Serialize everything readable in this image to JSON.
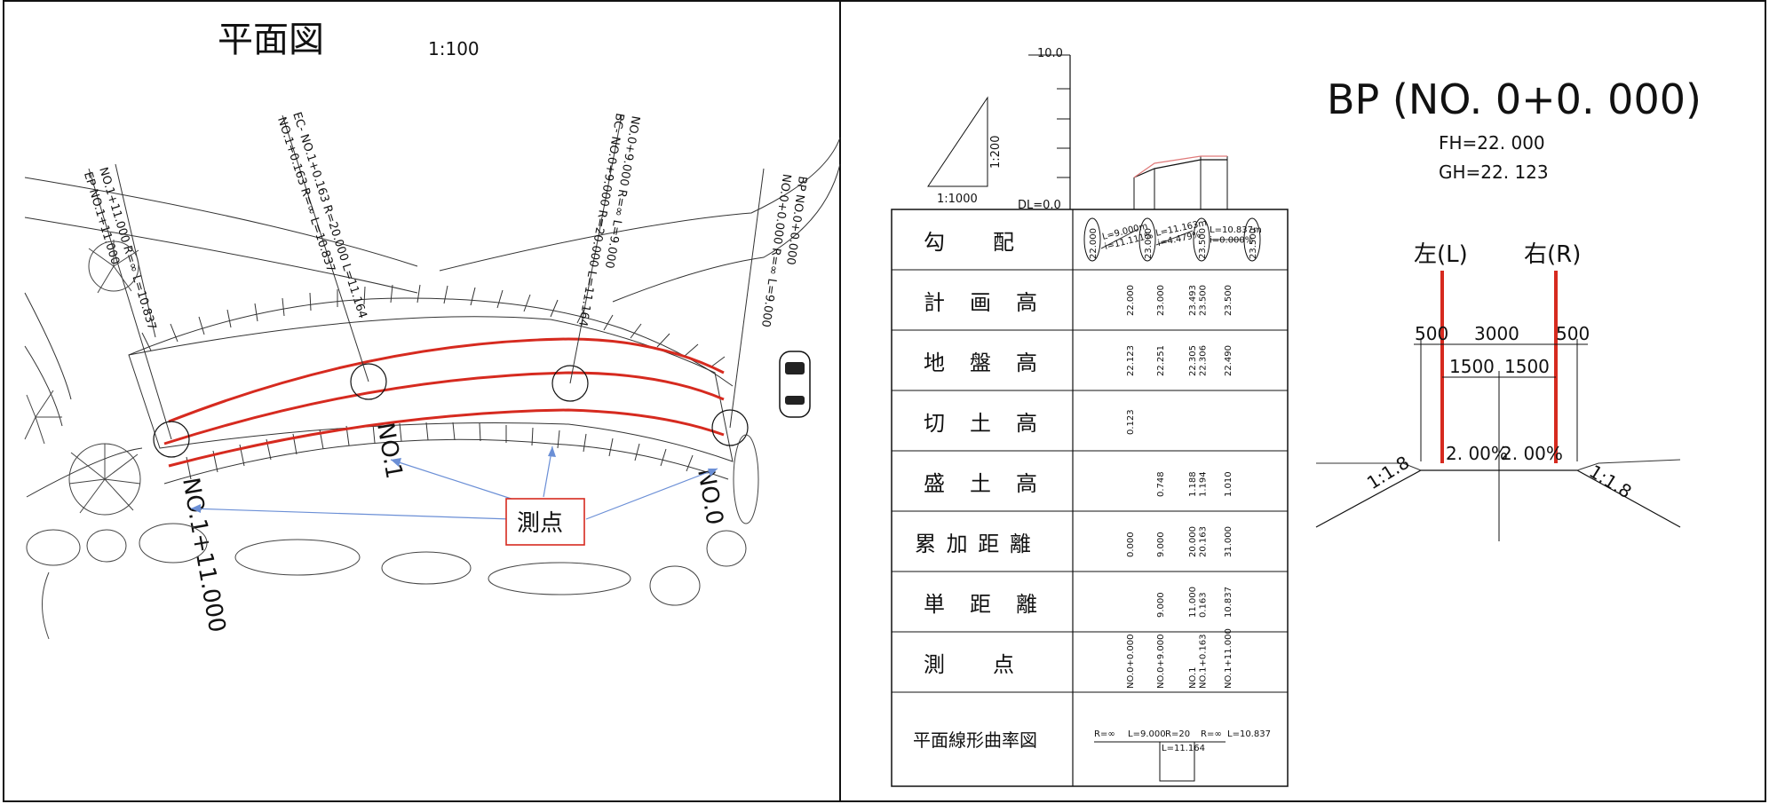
{
  "plan": {
    "title": "平面図",
    "scale": "1:100",
    "callout": "測点",
    "station_labels": [
      "NO.1+11.000",
      "NO.1",
      "NO.0"
    ],
    "leaders": [
      {
        "line1": "NO.1+11.000 R=∞ L=10.837",
        "line2": "EP NO.1+11.000"
      },
      {
        "line1": "EC- NO.1+0.163 R=20.000 L=11.164",
        "line2": "NO.1+0.163 R=∞ L=10.837"
      },
      {
        "line1": "NO.0+9.000 R=∞ L=9.000",
        "line2": "BC- NO.0+9.000 R=20.000 L=11.164"
      },
      {
        "line1": "BP NO.0+0.000",
        "line2": "NO.0+0.000 R=∞ L=9.000"
      }
    ]
  },
  "profile": {
    "top_tick": "10.0",
    "datum": "DL=0.0",
    "scale_h": "1:1000",
    "scale_v": "1:200",
    "rows": [
      {
        "label": "勾　　配",
        "values": []
      },
      {
        "label": "計　画　高",
        "values": [
          "22.000",
          "23.000",
          "23.493\n23.500",
          "23.500"
        ]
      },
      {
        "label": "地　盤　高",
        "values": [
          "22.123",
          "22.251",
          "22.305\n22.306",
          "22.490"
        ]
      },
      {
        "label": "切　土　高",
        "values": [
          "0.123",
          "",
          "",
          ""
        ]
      },
      {
        "label": "盛　土　高",
        "values": [
          "",
          "0.748",
          "1.188\n1.194",
          "1.010"
        ]
      },
      {
        "label": "累 加 距 離",
        "values": [
          "0.000",
          "9.000",
          "20.000\n20.163",
          "31.000"
        ]
      },
      {
        "label": "単　距　離",
        "values": [
          "",
          "9.000",
          "11.000\n0.163",
          "10.837"
        ]
      },
      {
        "label": "測　　点",
        "values": [
          "NO.0+0.000",
          "NO.0+9.000",
          "NO.1\nNO.1+0.163",
          "NO.1+11.000"
        ]
      },
      {
        "label": "平面線形曲率図",
        "values": []
      }
    ],
    "grade_circles": [
      "22.000",
      "23.000",
      "23.500",
      "23.500"
    ],
    "grade_texts": [
      "L=9.000m\ni=11.111%",
      "L=11.163m\ni=4.479%",
      "L=10.837m\ni=0.000%"
    ],
    "curvature": {
      "seg1": "R=∞",
      "len1": "L=9.000",
      "seg2": "R=20",
      "seg3": "R=∞",
      "len3": "L=10.837",
      "len2": "L=11.164"
    }
  },
  "section": {
    "title": "BP (NO. 0+0. 000)",
    "fh": "FH=22. 000",
    "gh": "GH=22. 123",
    "left": "左(L)",
    "right": "右(R)",
    "dims_top": [
      "500",
      "3000",
      "500"
    ],
    "dims_mid": [
      "1500",
      "1500"
    ],
    "slopes_center": [
      "2. 00%",
      "2. 00%"
    ],
    "slope_left": "1:1.8",
    "slope_right": "1:1.8"
  },
  "colors": {
    "accent": "#d62a1f",
    "arrow": "#6b8fd6"
  }
}
